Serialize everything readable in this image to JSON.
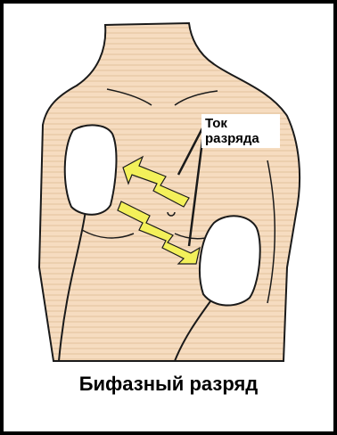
{
  "labels": {
    "current_line1": "Ток",
    "current_line2": "разряда",
    "caption": "Бифазный разряд"
  },
  "colors": {
    "skin": "#f6dcc0",
    "skin_stripe": "#eccfae",
    "outline": "#1a1a1a",
    "pad": "#ffffff",
    "arrow": "#f3f05a"
  }
}
